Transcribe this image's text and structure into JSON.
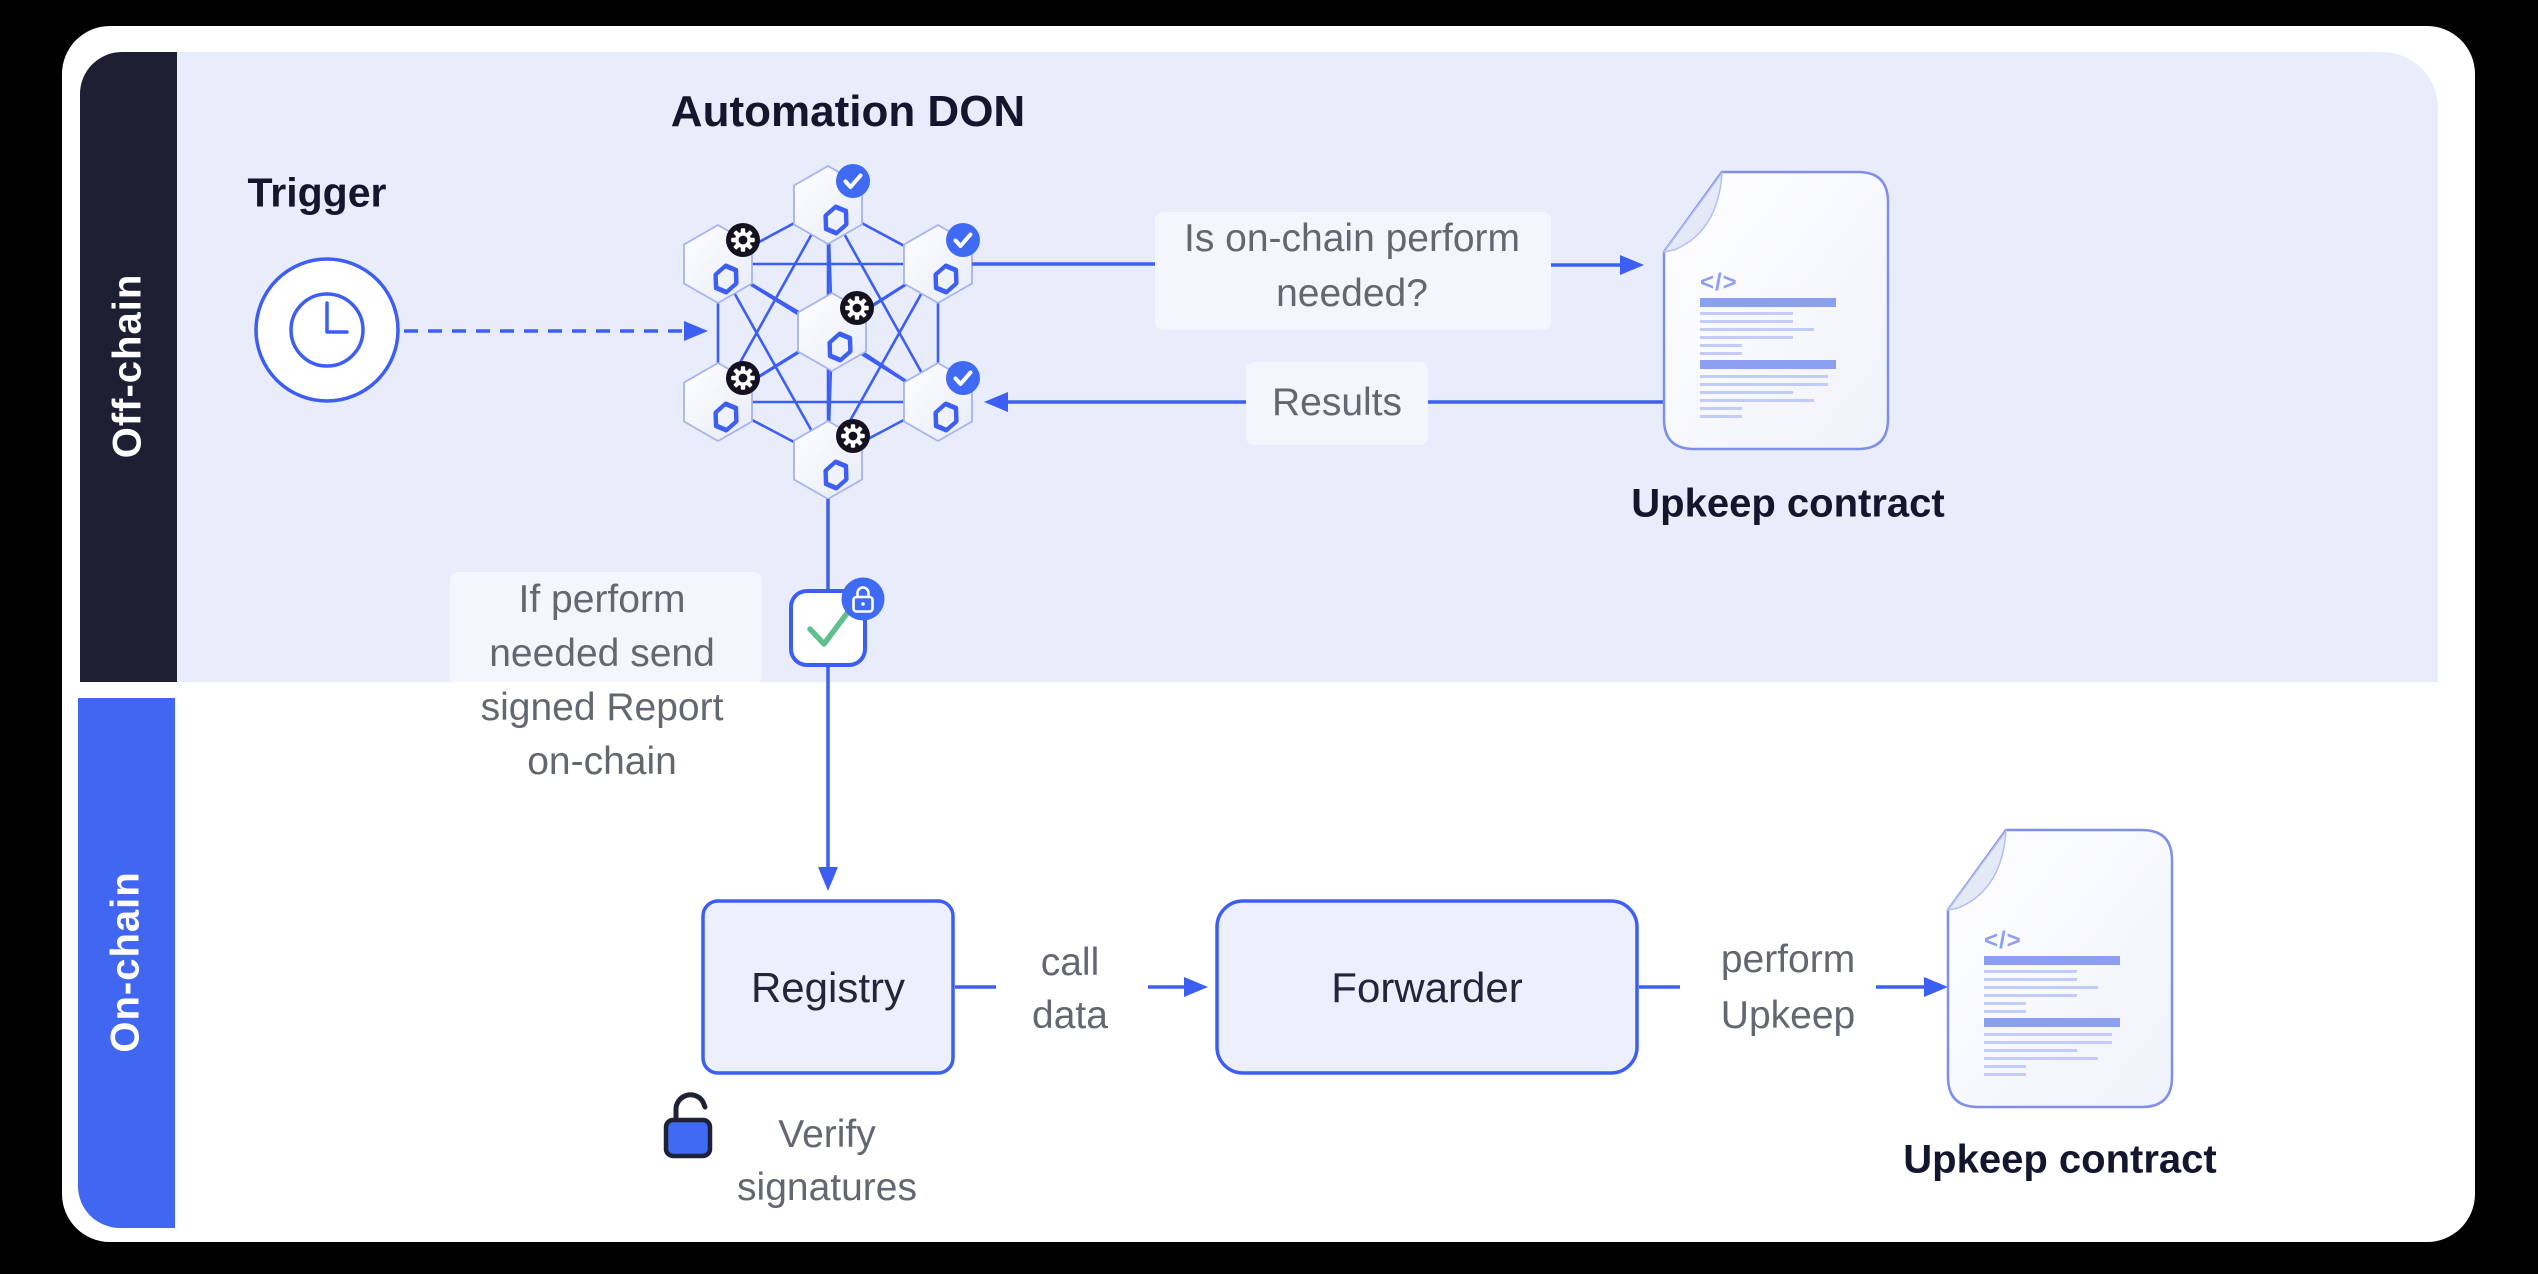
{
  "theme": {
    "accent": "#3d5ef2",
    "badge_blue": "#3f6af3",
    "sidebar_dark": "#1e1f33",
    "sidebar_blue": "#4166f1",
    "heading": "#14162e",
    "gray": "#63676f",
    "lavender": "#e9ecfa",
    "box_fill": "#edf0fc",
    "doc_border": "#7d8fe8",
    "doc_bar": "#8d9ff0",
    "doc_line": "#c3ccf7",
    "green": "#5fc08b",
    "gear_dark": "#15121f"
  },
  "sidebar": {
    "off_chain": "Off-chain",
    "on_chain": "On-chain"
  },
  "don": {
    "title": "Automation DON",
    "node_count": 7,
    "badges": [
      "check-mark",
      "check-mark",
      "check-mark",
      "gear",
      "gear",
      "gear",
      "gear"
    ]
  },
  "trigger": {
    "label": "Trigger",
    "icon": "clock"
  },
  "flows": {
    "question_lines": [
      "Is on-chain perform",
      "needed?"
    ],
    "results": "Results",
    "if_perform_lines": [
      "If perform",
      "needed send",
      "signed Report",
      "on-chain"
    ],
    "call_data_lines": [
      "call",
      "data"
    ],
    "perform_upkeep_lines": [
      "perform",
      "Upkeep"
    ],
    "verify_lines": [
      "Verify",
      "signatures"
    ]
  },
  "boxes": {
    "registry": "Registry",
    "forwarder": "Forwarder"
  },
  "contracts": {
    "top_label": "Upkeep contract",
    "bottom_label": "Upkeep contract",
    "code_glyph": "</>"
  }
}
